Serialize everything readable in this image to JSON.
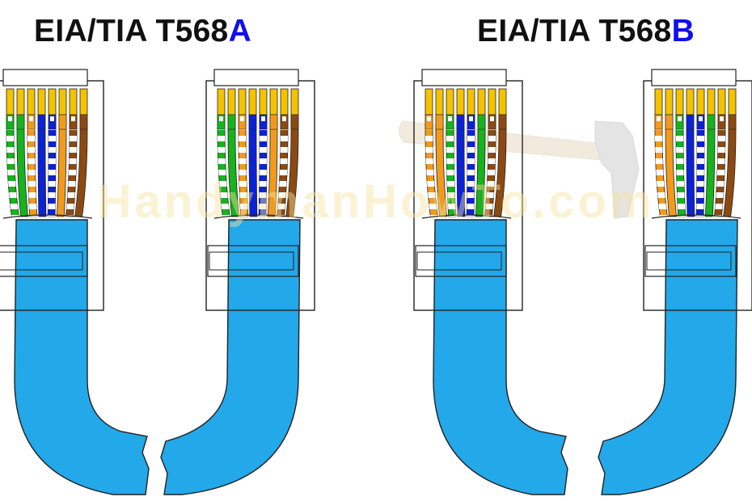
{
  "standards": [
    {
      "prefix": "EIA/TIA T568",
      "suffix": "A"
    },
    {
      "prefix": "EIA/TIA T568",
      "suffix": "B"
    }
  ],
  "watermark": "HandymanHowTo.com",
  "colors": {
    "title_text": "#111111",
    "title_accent": "#1010ee",
    "cable_jacket": "#23a8e9",
    "contact_gold": "#f3c300",
    "white_stripe": "#ffffff",
    "green": "#17b31c",
    "orange": "#f29a1e",
    "blue": "#0b22d6",
    "brown": "#8c4a12",
    "outline": "#222222",
    "watermark": "#f6e3a0"
  },
  "wiring": {
    "T568A": [
      "white-green",
      "green",
      "white-orange",
      "blue",
      "white-blue",
      "orange",
      "white-brown",
      "brown"
    ],
    "T568B": [
      "white-orange",
      "orange",
      "white-green",
      "blue",
      "white-blue",
      "green",
      "white-brown",
      "brown"
    ]
  },
  "icons": [
    "hammer-icon"
  ]
}
